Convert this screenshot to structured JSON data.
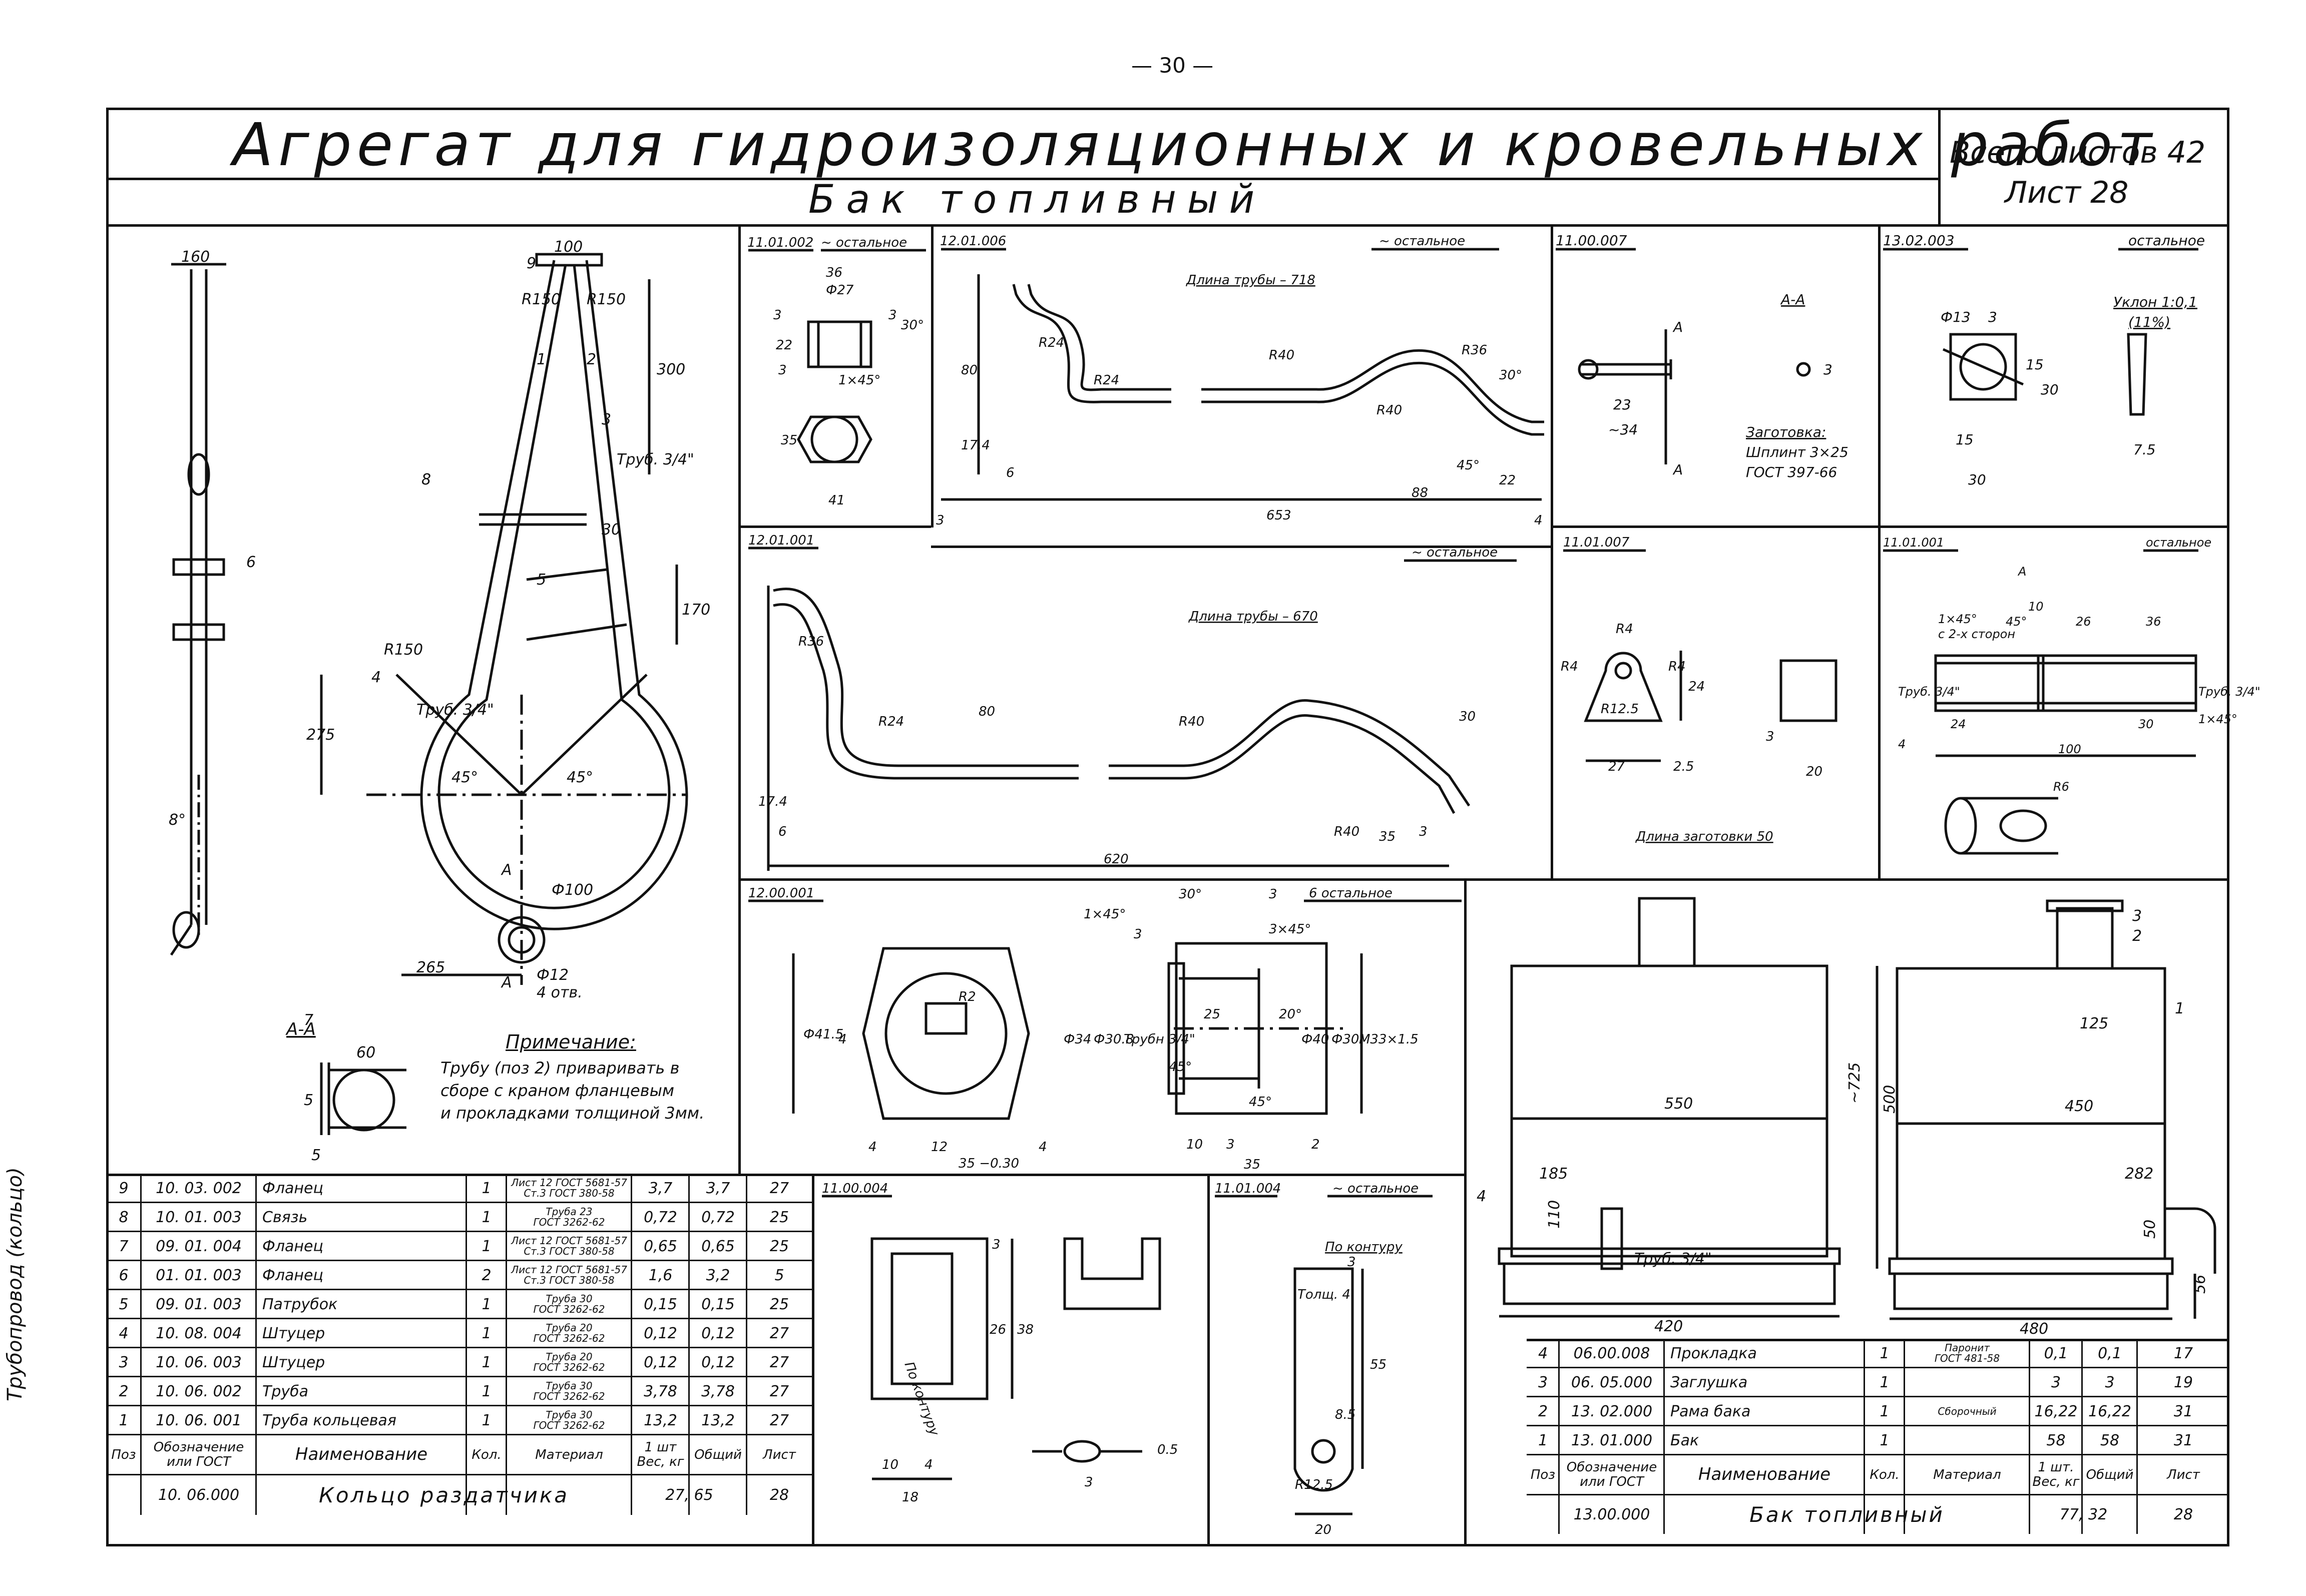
{
  "page_number": "— 30 —",
  "header": {
    "title": "Агрегат для гидроизоляционных и кровельных работ",
    "subtitle": "Бак топливный",
    "sheets_total": "Всего листов 42",
    "sheet": "Лист 28"
  },
  "side_note": "Трубопровод (кольцо)",
  "ring": {
    "labels": [
      "160",
      "100",
      "9",
      "R150",
      "R150",
      "300",
      "1",
      "2",
      "3",
      "Труб. 3/4\"",
      "30",
      "8",
      "170",
      "5",
      "R150",
      "4",
      "Труб. 3/4\"",
      "275",
      "45°",
      "45°",
      "А",
      "А",
      "Ф100",
      "265",
      "Ф12",
      "4 отв.",
      "6",
      "8°"
    ],
    "section_title": "А-А",
    "section_labels": [
      "60",
      "7",
      "5",
      "5"
    ],
    "note_title": "Примечание:",
    "note_lines": [
      "Трубу (поз 2) приваривать в",
      "сборе с краном фланцевым",
      "и прокладками толщиной 3мм."
    ]
  },
  "details": {
    "d1": {
      "code": "11.01.002",
      "finish": "~ остальное",
      "labels": [
        "3",
        "36",
        "Ф27",
        "22",
        "3",
        "1×45°",
        "30°",
        "3",
        "35",
        "41"
      ]
    },
    "d2": {
      "code": "12.01.006",
      "finish": "~ остальное",
      "pipe_len": "Длина трубы – 718",
      "labels": [
        "R24",
        "80",
        "R24",
        "R40",
        "R36",
        "30°",
        "R40",
        "17.4",
        "6",
        "45°",
        "22",
        "3",
        "88",
        "653",
        "4"
      ]
    },
    "d3": {
      "code": "11.00.007",
      "section": "А-А",
      "labels": [
        "А",
        "А",
        "23",
        "~34",
        "3"
      ],
      "blank_lines": [
        "Заготовка:",
        "Шплинт 3×25",
        "ГОСТ 397-66"
      ]
    },
    "d4": {
      "code": "13.02.003",
      "finish": "остальное",
      "labels": [
        "Ф13",
        "3",
        "15",
        "30",
        "15",
        "30",
        "7.5"
      ],
      "slope_lines": [
        "Уклон 1:0,1",
        "(11%)"
      ]
    },
    "d5": {
      "code": "12.01.001",
      "finish": "~ остальное",
      "pipe_len": "Длина трубы – 670",
      "labels": [
        "R36",
        "80",
        "R24",
        "R40",
        "R40",
        "30",
        "17.4",
        "6",
        "620",
        "35",
        "3"
      ]
    },
    "d6": {
      "code": "11.01.007",
      "labels": [
        "R4",
        "R4",
        "R4",
        "R12.5",
        "24",
        "27",
        "2.5",
        "3",
        "20"
      ],
      "blank_len": "Длина заготовки 50"
    },
    "d7": {
      "code": "11.01.001",
      "finish": "остальное",
      "labels": [
        "А",
        "1×45°",
        "с 2-х сторон",
        "10",
        "45°",
        "26",
        "36",
        "Труб. 3/4\"",
        "Труб. 3/4\"",
        "24",
        "30",
        "1×45°",
        "4",
        "100",
        "R6"
      ]
    },
    "d8": {
      "code": "12.00.001",
      "finish": "6 остальное",
      "labels": [
        "1×45°",
        "3",
        "30°",
        "3",
        "3×45°",
        "Ф41.5",
        "R2",
        "4",
        "Ф34",
        "Ф30.8",
        "Трубн 3/4\"",
        "25",
        "20°",
        "Ф40",
        "Ф30",
        "М33×1.5",
        "45°",
        "45°",
        "12",
        "10",
        "3",
        "2",
        "35",
        "35 −0.30",
        "4",
        "4"
      ]
    },
    "d9": {
      "code": "11.00.004",
      "labels": [
        "3",
        "По контуру",
        "26",
        "38",
        "10",
        "4",
        "18",
        "3",
        "0.5"
      ]
    },
    "d10": {
      "code": "11.01.004",
      "finish": "~ остальное",
      "labels": [
        "По контуру",
        "3",
        "Толщ. 4",
        "55",
        "8.5",
        "R12.5",
        "20"
      ]
    }
  },
  "tank": {
    "front": {
      "labels": [
        "4",
        "550",
        "~725",
        "185",
        "110",
        "Труб. 3/4\"",
        "420"
      ]
    },
    "side": {
      "labels": [
        "3",
        "2",
        "1",
        "125",
        "500",
        "450",
        "282",
        "50",
        "480",
        "56"
      ]
    }
  },
  "parts_left": {
    "rows": [
      {
        "pos": "9",
        "code": "10. 03. 002",
        "name": "Фланец",
        "qty": "1",
        "mat1": "Лист 12 ГОСТ 5681-57",
        "mat2": "Ст.3 ГОСТ 380-58",
        "w1": "3,7",
        "w2": "3,7",
        "sheet": "27"
      },
      {
        "pos": "8",
        "code": "10. 01. 003",
        "name": "Связь",
        "qty": "1",
        "mat1": "Труба 23",
        "mat2": "ГОСТ 3262-62",
        "w1": "0,72",
        "w2": "0,72",
        "sheet": "25"
      },
      {
        "pos": "7",
        "code": "09. 01. 004",
        "name": "Фланец",
        "qty": "1",
        "mat1": "Лист 12 ГОСТ 5681-57",
        "mat2": "Ст.3 ГОСТ 380-58",
        "w1": "0,65",
        "w2": "0,65",
        "sheet": "25"
      },
      {
        "pos": "6",
        "code": "01. 01. 003",
        "name": "Фланец",
        "qty": "2",
        "mat1": "Лист 12 ГОСТ 5681-57",
        "mat2": "Ст.3 ГОСТ 380-58",
        "w1": "1,6",
        "w2": "3,2",
        "sheet": "5"
      },
      {
        "pos": "5",
        "code": "09. 01. 003",
        "name": "Патрубок",
        "qty": "1",
        "mat1": "Труба 30",
        "mat2": "ГОСТ 3262-62",
        "w1": "0,15",
        "w2": "0,15",
        "sheet": "25"
      },
      {
        "pos": "4",
        "code": "10. 08. 004",
        "name": "Штуцер",
        "qty": "1",
        "mat1": "Труба 20",
        "mat2": "ГОСТ 3262-62",
        "w1": "0,12",
        "w2": "0,12",
        "sheet": "27"
      },
      {
        "pos": "3",
        "code": "10. 06. 003",
        "name": "Штуцер",
        "qty": "1",
        "mat1": "Труба 20",
        "mat2": "ГОСТ 3262-62",
        "w1": "0,12",
        "w2": "0,12",
        "sheet": "27"
      },
      {
        "pos": "2",
        "code": "10. 06. 002",
        "name": "Труба",
        "qty": "1",
        "mat1": "Труба 30",
        "mat2": "ГОСТ 3262-62",
        "w1": "3,78",
        "w2": "3,78",
        "sheet": "27"
      },
      {
        "pos": "1",
        "code": "10. 06. 001",
        "name": "Труба кольцевая",
        "qty": "1",
        "mat1": "Труба 30",
        "mat2": "ГОСТ 3262-62",
        "w1": "13,2",
        "w2": "13,2",
        "sheet": "27"
      }
    ],
    "header": {
      "pos": "Поз",
      "code_1": "Обозначение",
      "code_2": "или ГОСТ",
      "name": "Наименование",
      "qty": "Кол.",
      "mat": "Материал",
      "w1": "1 шт",
      "w2": "Общий",
      "wsub": "Вес, кг",
      "sheet": "Лист"
    },
    "assembly": {
      "code": "10. 06.000",
      "name": "Кольцо раздатчика",
      "weight": "27, 65",
      "sheet": "28"
    }
  },
  "parts_right": {
    "rows": [
      {
        "pos": "4",
        "code": "06.00.008",
        "name": "Прокладка",
        "qty": "1",
        "mat1": "Паронит",
        "mat2": "ГОСТ 481-58",
        "w1": "0,1",
        "w2": "0,1",
        "sheet": "17"
      },
      {
        "pos": "3",
        "code": "06. 05.000",
        "name": "Заглушка",
        "qty": "1",
        "mat1": "",
        "mat2": "",
        "w1": "3",
        "w2": "3",
        "sheet": "19"
      },
      {
        "pos": "2",
        "code": "13. 02.000",
        "name": "Рама бака",
        "qty": "1",
        "mat1": "Сборочный",
        "mat2": "",
        "w1": "16,22",
        "w2": "16,22",
        "sheet": "31"
      },
      {
        "pos": "1",
        "code": "13. 01.000",
        "name": "Бак",
        "qty": "1",
        "mat1": "",
        "mat2": "",
        "w1": "58",
        "w2": "58",
        "sheet": "31"
      }
    ],
    "header": {
      "pos": "Поз",
      "code_1": "Обозначение",
      "code_2": "или ГОСТ",
      "name": "Наименование",
      "qty": "Кол.",
      "mat": "Материал",
      "w1": "1 шт.",
      "w2": "Общий",
      "wsub": "Вес, кг",
      "sheet": "Лист"
    },
    "assembly": {
      "code": "13.00.000",
      "name": "Бак топливный",
      "weight": "77, 32",
      "sheet": "28"
    }
  }
}
